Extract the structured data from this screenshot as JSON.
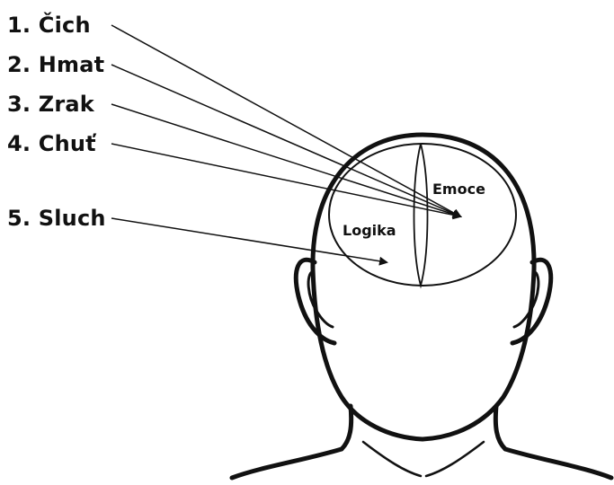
{
  "senses": [
    {
      "number": "1.",
      "name": "Čich",
      "text": "1. Čich",
      "target": "Emoce"
    },
    {
      "number": "2.",
      "name": "Hmat",
      "text": "2. Hmat",
      "target": "Emoce"
    },
    {
      "number": "3.",
      "name": "Zrak",
      "text": "3. Zrak",
      "target": "Emoce"
    },
    {
      "number": "4.",
      "name": "Chuť",
      "text": "4. Chuť",
      "target": "Emoce"
    },
    {
      "number": "5.",
      "name": "Sluch",
      "text": "5. Sluch",
      "target": "Logika"
    }
  ],
  "regions": {
    "emotion": "Emoce",
    "logic": "Logika"
  },
  "colors": {
    "ink": "#111111",
    "background": "#ffffff"
  }
}
